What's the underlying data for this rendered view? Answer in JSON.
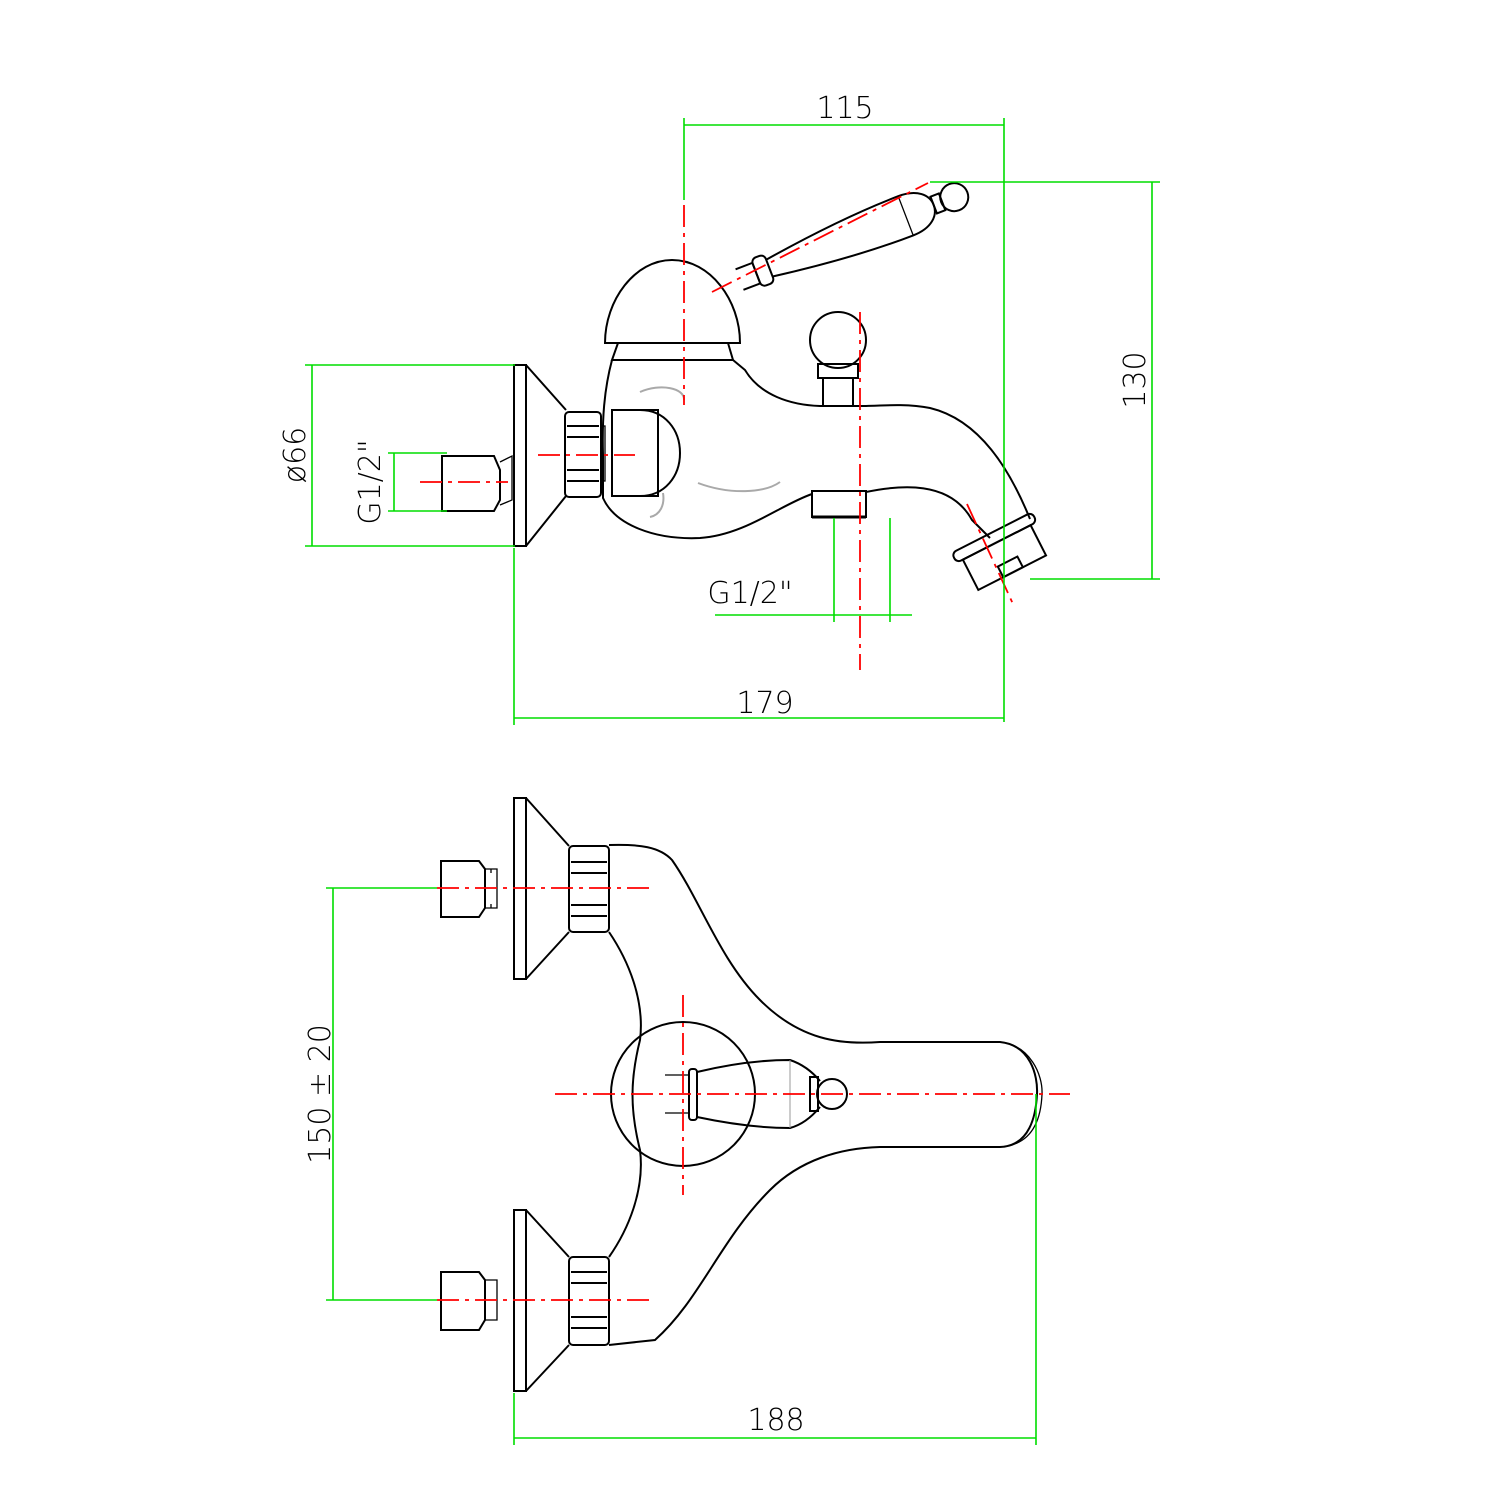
{
  "drawing": {
    "colors": {
      "outline": "#000000",
      "centerline": "#ff0000",
      "dimension": "#00dd00"
    },
    "side_view": {
      "dim_handle_reach": "115",
      "dim_height": "130",
      "dim_total_length": "179",
      "dim_escutcheon_dia": "ø66",
      "dim_inlet_thread": "G1/2\"",
      "dim_outlet_thread": "G1/2\""
    },
    "top_view": {
      "dim_inlet_spacing": "150 ± 20",
      "dim_total_depth": "188"
    }
  }
}
